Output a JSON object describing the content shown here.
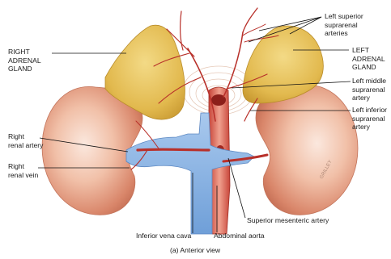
{
  "figure": {
    "caption": "(a) Anterior view",
    "artist_signature": "GRILLEY"
  },
  "labels": {
    "right_adrenal_gland": "RIGHT\nADRENAL\nGLAND",
    "right_renal_artery": "Right\nrenal artery",
    "right_renal_vein": "Right\nrenal vein",
    "inferior_vena_cava": "Inferior vena cava",
    "abdominal_aorta": "Abdominal aorta",
    "superior_mesenteric_artery": "Superior mesenteric artery",
    "left_superior_suprarenal_arteries": "Left superior\nsuprarenal\narteries",
    "left_adrenal_gland": "LEFT\nADRENAL\nGLAND",
    "left_middle_suprarenal_artery": "Left middle\nsuprarenal\nartery",
    "left_inferior_suprarenal_artery": "Left inferior\nsuprarenal\nartery"
  },
  "colors": {
    "kidney": "#e8a98f",
    "adrenal": "#e7c35c",
    "artery": "#b8302a",
    "vein": "#8ab4e4",
    "leader_line": "#111111"
  }
}
